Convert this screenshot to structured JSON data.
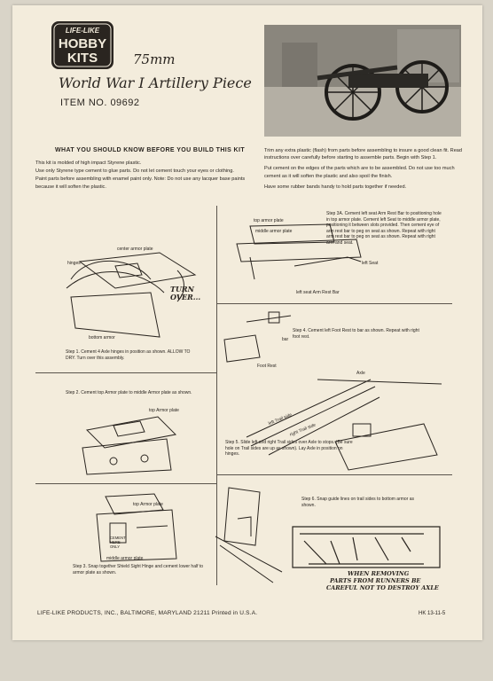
{
  "logo": {
    "line1": "LIFE-LIKE",
    "line2": "HOBBY",
    "line3": "KITS"
  },
  "header": {
    "scale": "75mm",
    "title": "World War I Artillery Piece",
    "item_no": "ITEM NO. 09692"
  },
  "intro": {
    "heading": "WHAT YOU SHOULD KNOW BEFORE YOU BUILD THIS KIT",
    "p1": "This kit is molded of high impact Styrene plastic.",
    "p2": "Use only Styrene type cement to glue parts. Do not let cement touch your eyes or clothing.",
    "p3": "Paint parts before assembling with enamel paint only. Note: Do not use any lacquer base paints because it will soften the plastic."
  },
  "right_col": {
    "p1": "Trim any extra plastic (flash) from parts before assembling to insure a good clean fit. Read instructions over carefully before starting to assemble parts. Begin with Step 1.",
    "p2": "Put cement on the edges of the parts which are to be assembled. Do not use too much cement as it will soften the plastic and also spoil the finish.",
    "p3": "Have some rubber bands handy to hold parts together if needed."
  },
  "step1": {
    "text": "Step 1. Cement 4 Axle hinges in position as shown. ALLOW TO DRY. Turn over this assembly.",
    "labels": {
      "center": "center armor plate",
      "hinges": "hinges",
      "bottom": "bottom armor",
      "turn": "TURN OVER..."
    }
  },
  "step2": {
    "text": "Step 2. Cement top Armor plate to middle Armor plate as shown.",
    "labels": {
      "top": "top Armor plate"
    }
  },
  "step3": {
    "text": "Step 3. Snap together Shield Sight Hinge and cement lower half to armor plate as shown.",
    "labels": {
      "top": "top Armor plate",
      "cement": "CEMENT HERE ONLY",
      "middle": "middle armor plate"
    }
  },
  "step3a": {
    "text": "Step 3A. Cement left seat Arm Rest Bar to positioning hole in top armor plate. Cement left Seat to middle armor plate, positioning it between slots provided. Then cement eye of arm rest bar to peg on seat as shown. Repeat with right arm rest bar to peg on seat as shown. Repeat with right arm and seat.",
    "labels": {
      "top": "top armor plate",
      "middle": "middle armor plate",
      "seat": "left Seat",
      "bar": "left seat Arm Rest Bar"
    }
  },
  "step4": {
    "text": "Step 4. Cement left Foot Rest to bar as shown. Repeat with right foot rest.",
    "labels": {
      "bar": "bar",
      "foot": "Foot Rest"
    }
  },
  "step5": {
    "text": "Step 5. Slide left and right Trail sides over Axle to stops. (Be sure hole on Trail sides are up as shown). Lay Axle in position on hinges.",
    "labels": {
      "axle": "Axle",
      "left": "left Trail side",
      "right": "right Trail side"
    }
  },
  "step6": {
    "text": "Step 6. Snap guide lines on trail sides to bottom armor as shown.",
    "warning1": "WHEN REMOVING",
    "warning2": "PARTS FROM RUNNERS BE",
    "warning3": "CAREFUL NOT TO DESTROY AXLE"
  },
  "footer": {
    "company": "LIFE-LIKE PRODUCTS, INC., BALTIMORE, MARYLAND 21211 Printed in U.S.A.",
    "code": "HK 13-11-5"
  }
}
